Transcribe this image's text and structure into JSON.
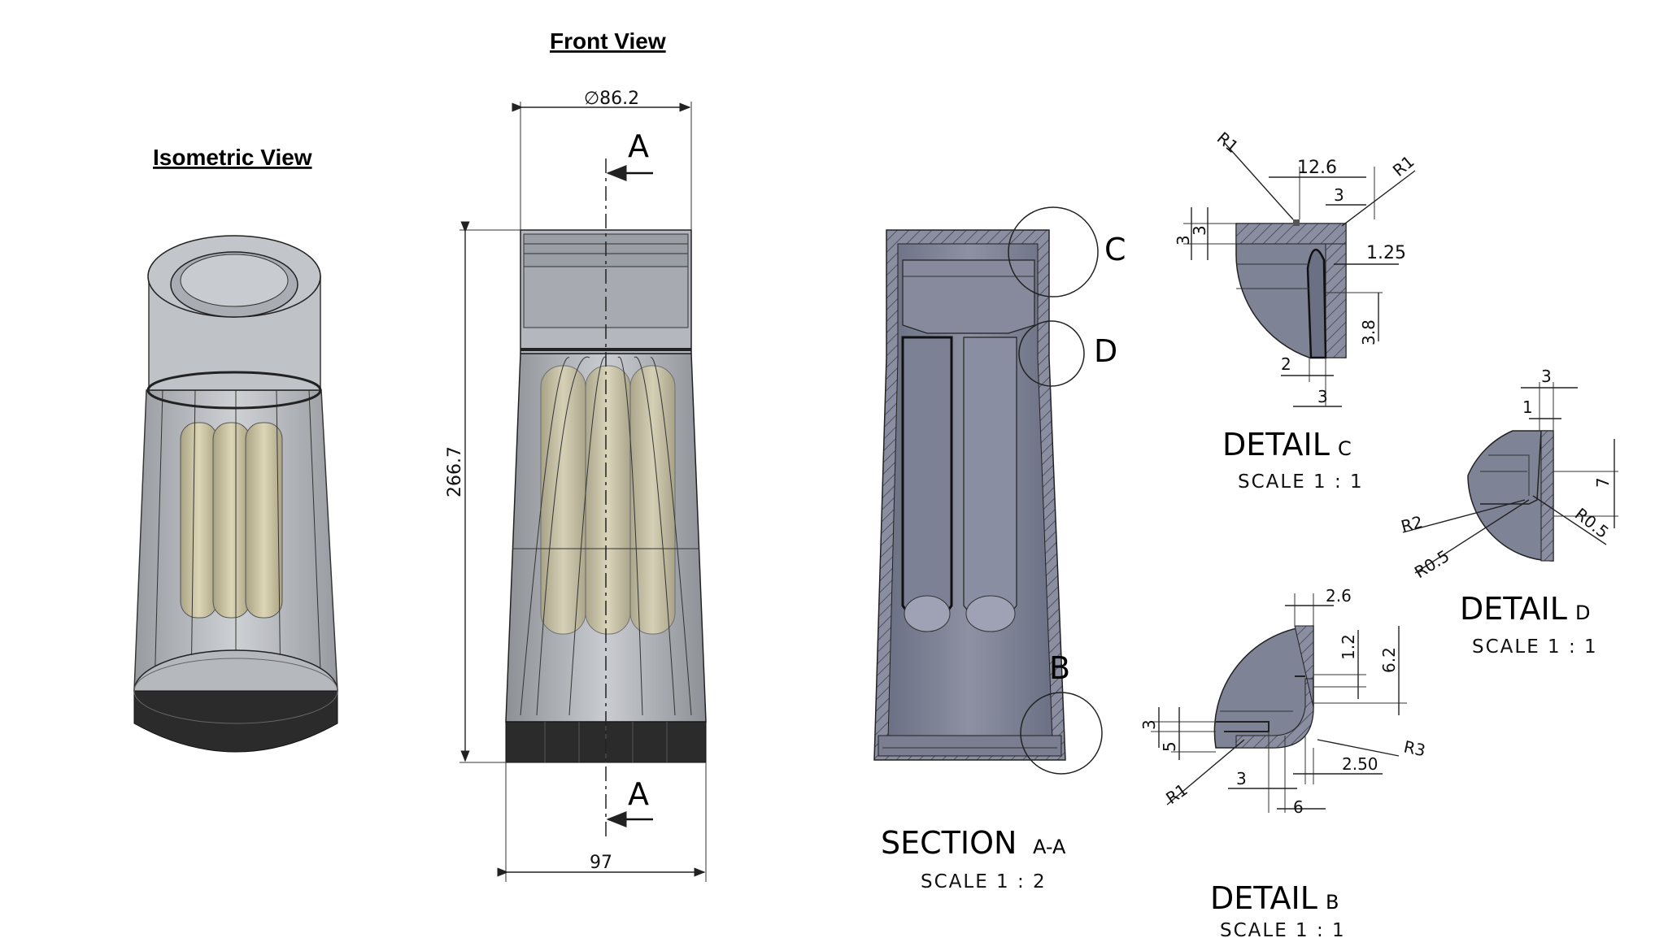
{
  "views": {
    "isometric_title": "Isometric View",
    "front_title": "Front View"
  },
  "front_dims": {
    "diameter": "∅86.2",
    "height": "266.7",
    "base_width": "97",
    "cut_label_top": "A",
    "cut_label_bottom": "A"
  },
  "section": {
    "title": "SECTION",
    "suffix": "A-A",
    "scale": "SCALE 1 : 2",
    "callout_c": "C",
    "callout_d": "D",
    "callout_b": "B"
  },
  "detail_c": {
    "title": "DETAIL",
    "suffix": "C",
    "scale": "SCALE 1 : 1",
    "dims": [
      "R1",
      "12.6",
      "R1",
      "3",
      "3",
      "3",
      "1.25",
      "3.8",
      "2",
      "3"
    ]
  },
  "detail_d": {
    "title": "DETAIL",
    "suffix": "D",
    "scale": "SCALE 1 : 1",
    "dims": [
      "3",
      "1",
      "7",
      "R2",
      "R0.5",
      "R0.5"
    ]
  },
  "detail_b": {
    "title": "DETAIL",
    "suffix": "B",
    "scale": "SCALE 1 : 1",
    "dims": [
      "2.6",
      "1.2",
      "6.2",
      "3",
      "5",
      "R3",
      "2.50",
      "R1",
      "3",
      "6"
    ]
  },
  "colors": {
    "body_gray": "#7a7e90",
    "glass": "#bfc3c8",
    "tube": "#cfc7a3",
    "base": "#2b2b2b"
  }
}
